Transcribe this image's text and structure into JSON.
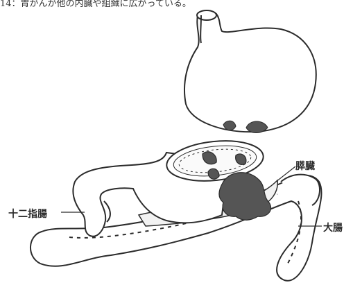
{
  "caption": "14：胃がんが他の内臓や組織に広がっている。",
  "labels": {
    "duodenum": "十二指腸",
    "pancreas": "膵臓",
    "colon": "大腸"
  },
  "colors": {
    "outline": "#2b2b2b",
    "tumor": "#555555",
    "fill": "#ffffff",
    "pancreas_fill": "#f2f2f2"
  }
}
